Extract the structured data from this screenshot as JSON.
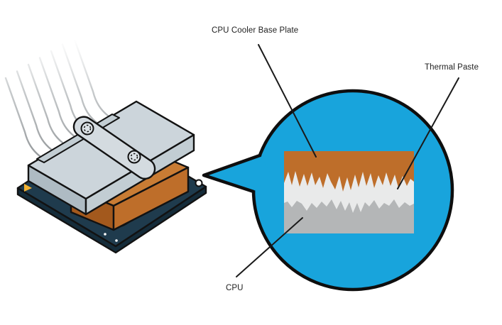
{
  "diagram": {
    "labels": {
      "base_plate": "CPU Cooler Base Plate",
      "thermal_paste": "Thermal Paste",
      "cpu": "CPU"
    }
  },
  "colors": {
    "background": "#FFFFFF",
    "callout_blue": "#18A4DC",
    "outline": "#121212",
    "copper": "#BE6E2A",
    "copper_dark": "#A3591D",
    "copper_light": "#C97C34",
    "thermal_paste": "#E9EAEA",
    "cpu_die_gray": "#B4B6B7",
    "plate_top": "#CCD5DB",
    "plate_left": "#AEBBC3",
    "plate_right": "#C2CDD3",
    "bracket": "#D4DBE0",
    "screw": "#DCE2E6",
    "pcb_top": "#1F3B4D",
    "pcb_side": "#152C3A",
    "lid_outer": "#D6DADB",
    "lid_mid": "#E8EBEB",
    "lid_inner": "#CDD2D4",
    "marker_yellow": "#F2B233"
  }
}
